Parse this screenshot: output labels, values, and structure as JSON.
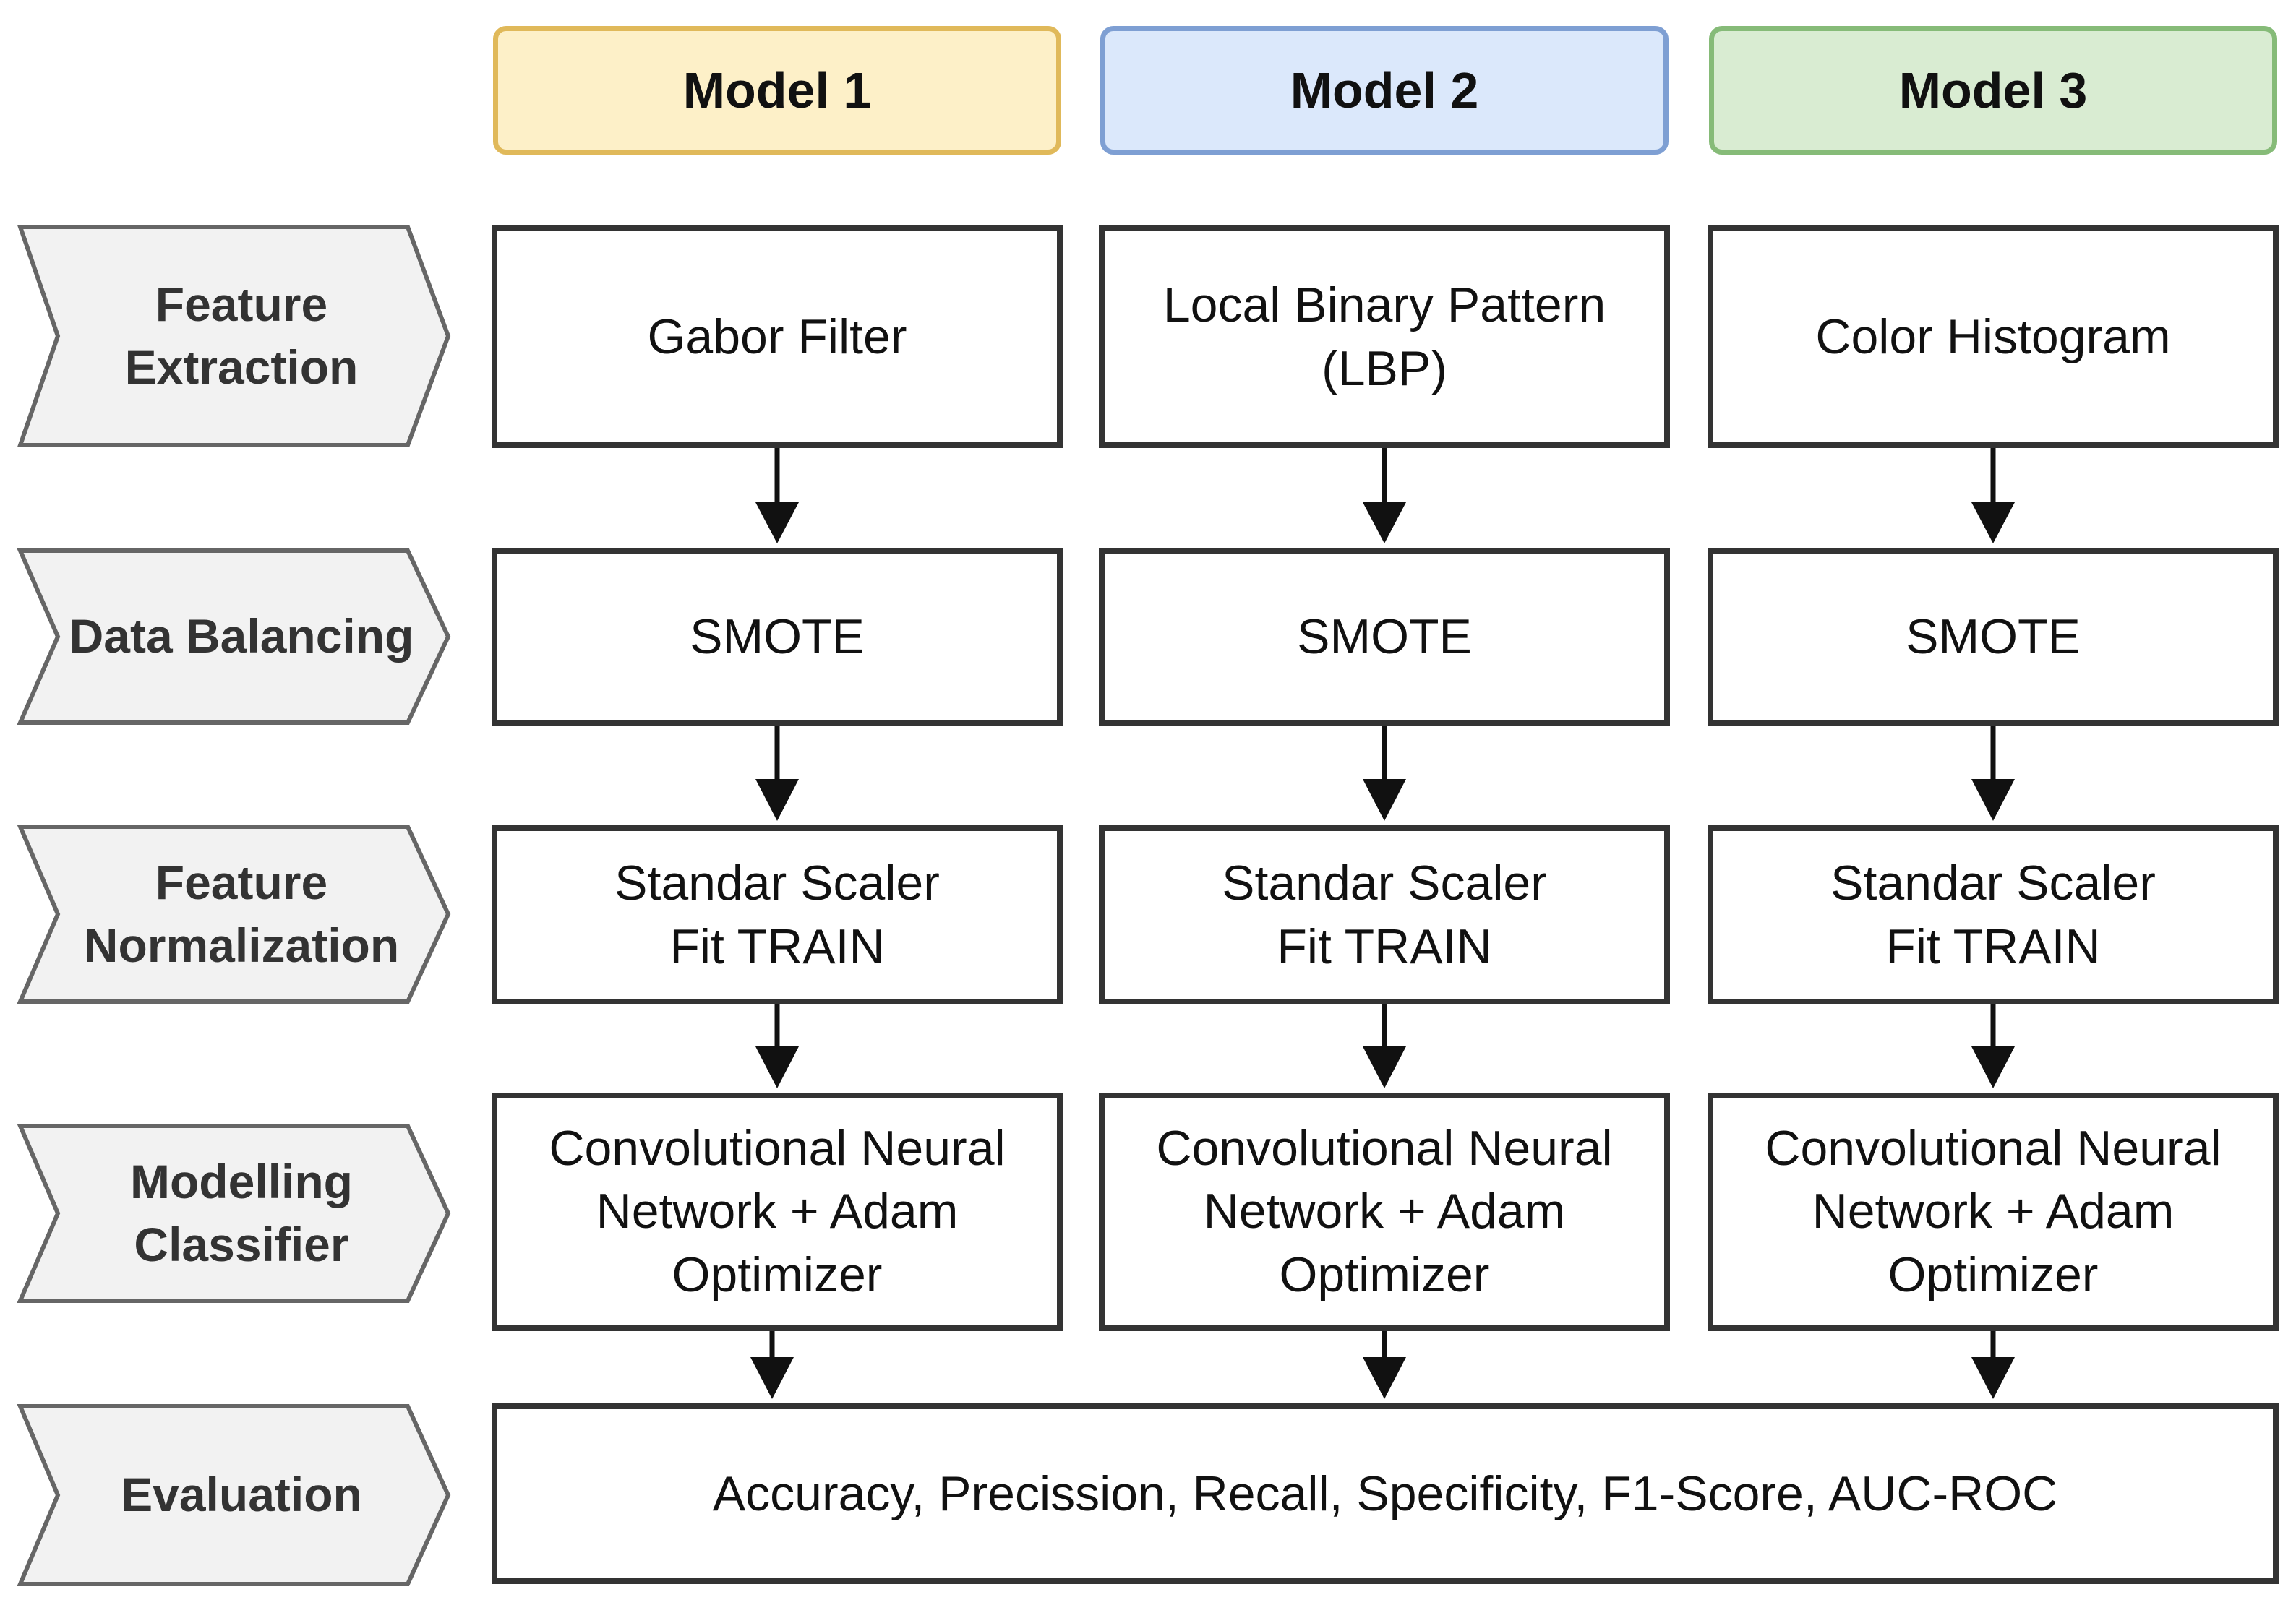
{
  "headers": [
    {
      "label": "Model 1",
      "fill": "#fdf0c8",
      "stroke": "#e0b95a"
    },
    {
      "label": "Model 2",
      "fill": "#dbe8fb",
      "stroke": "#7e9fd3"
    },
    {
      "label": "Model 3",
      "fill": "#d9ecd2",
      "stroke": "#86bb78"
    }
  ],
  "stages": [
    {
      "label": "Feature\nExtraction"
    },
    {
      "label": "Data Balancing"
    },
    {
      "label": "Feature\nNormalization"
    },
    {
      "label": "Modelling\nClassifier"
    },
    {
      "label": "Evaluation"
    }
  ],
  "rows": [
    {
      "cells": [
        "Gabor Filter",
        "Local Binary Pattern\n(LBP)",
        "Color Histogram"
      ]
    },
    {
      "cells": [
        "SMOTE",
        "SMOTE",
        "SMOTE"
      ]
    },
    {
      "cells": [
        "Standar Scaler\nFit TRAIN",
        "Standar Scaler\nFit TRAIN",
        "Standar Scaler\nFit TRAIN"
      ]
    },
    {
      "cells": [
        "Convolutional Neural\nNetwork + Adam\nOptimizer",
        "Convolutional Neural\nNetwork + Adam\nOptimizer",
        "Convolutional Neural\nNetwork + Adam\nOptimizer"
      ]
    }
  ],
  "evaluation": {
    "label": "Accuracy, Precission, Recall, Specificity, F1-Score, AUC-ROC"
  },
  "colors": {
    "stage_fill": "#f2f2f2",
    "stage_stroke": "#666666",
    "box_stroke": "#333333",
    "arrow": "#111111"
  }
}
